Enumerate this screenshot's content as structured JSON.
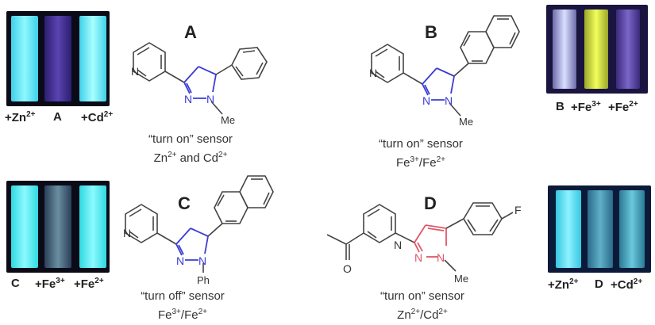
{
  "panels": {
    "A": {
      "letter": "A",
      "sensor_line": "“turn on” sensor",
      "analyte_base": "Zn",
      "analyte_sup": "2+",
      "analyte_mid": " and Cd",
      "analyte_sup2": "2+",
      "vial_labels": [
        {
          "base": "+Zn",
          "sup": "2+"
        },
        {
          "base": "A",
          "sup": ""
        },
        {
          "base": "+Cd",
          "sup": "2+"
        }
      ],
      "atoms": {
        "n_ring": "N",
        "n1": "N",
        "n2": "N",
        "me": "Me"
      }
    },
    "B": {
      "letter": "B",
      "sensor_line": "“turn on” sensor",
      "analyte_base": "Fe",
      "analyte_sup": "3+",
      "analyte_mid": "/Fe",
      "analyte_sup2": "2+",
      "vial_labels": [
        {
          "base": "B",
          "sup": ""
        },
        {
          "base": "+Fe",
          "sup": "3+"
        },
        {
          "base": "+Fe",
          "sup": "2+"
        }
      ],
      "atoms": {
        "n_ring": "N",
        "n1": "N",
        "n2": "N",
        "me": "Me"
      }
    },
    "C": {
      "letter": "C",
      "sensor_line": "“turn off” sensor",
      "analyte_base": "Fe",
      "analyte_sup": "3+",
      "analyte_mid": "/Fe",
      "analyte_sup2": "2+",
      "vial_labels": [
        {
          "base": "C",
          "sup": ""
        },
        {
          "base": "+Fe",
          "sup": "3+"
        },
        {
          "base": "+Fe",
          "sup": "2+"
        }
      ],
      "atoms": {
        "n_ring": "N",
        "n1": "N",
        "n2": "N",
        "me": "Ph"
      }
    },
    "D": {
      "letter": "D",
      "sensor_line": "“turn on” sensor",
      "analyte_base": "Zn",
      "analyte_sup": "2+",
      "analyte_mid": "/Cd",
      "analyte_sup2": "2+",
      "vial_labels": [
        {
          "base": "+Zn",
          "sup": "2+"
        },
        {
          "base": "D",
          "sup": ""
        },
        {
          "base": "+Cd",
          "sup": "2+"
        }
      ],
      "atoms": {
        "n_ring": "N",
        "n1": "N",
        "n2": "N",
        "me": "Me",
        "f": "F",
        "o": "O"
      }
    }
  },
  "colors": {
    "pyrazoline_blue": "#3b3bd6",
    "pyrazole_red": "#e0566a",
    "bond": "#444444",
    "cyan_glow": "#3ff0f0",
    "yellow_glow": "#e6f24a",
    "dark_vial": "#3a2a7a"
  }
}
